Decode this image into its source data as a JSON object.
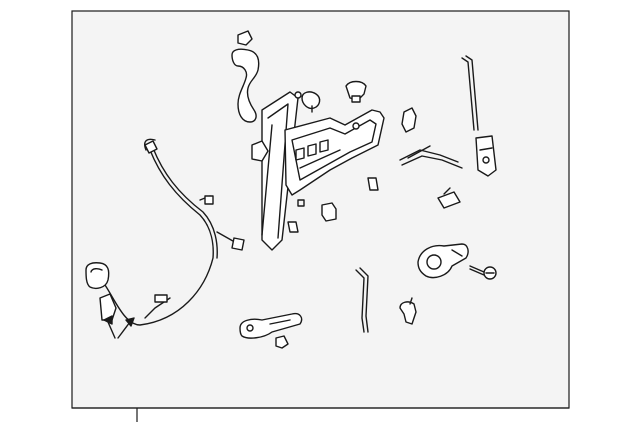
{
  "diagram": {
    "background": "#ffffff",
    "panel_fill": "#f4f4f4",
    "line_color": "#1a1a1a",
    "parts": [
      "wiring-harness",
      "harness-connector",
      "door-latch-bracket",
      "window-regulator",
      "door-module-panel",
      "clip",
      "bolt",
      "screw",
      "lock-rod",
      "hinge-bracket",
      "door-handle",
      "lock-cylinder",
      "rod-clip"
    ]
  }
}
